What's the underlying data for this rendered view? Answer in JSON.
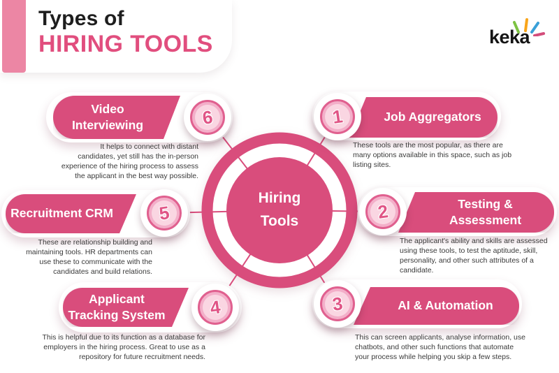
{
  "header": {
    "title_line1": "Types of",
    "title_line2": "HIRING TOOLS",
    "logo_text": "keka"
  },
  "center": {
    "label": "Hiring\nTools"
  },
  "items": [
    {
      "number": "1",
      "title": "Job Aggregators",
      "description": "These tools are the most popular, as there are\nmany options available in this space, such as job\nlisting sites."
    },
    {
      "number": "2",
      "title": "Testing &\nAssessment",
      "description": "The applicant's ability and skills are assessed\nusing these tools, to test the aptitude, skill,\npersonality, and other such attributes of a\ncandidate."
    },
    {
      "number": "3",
      "title": "AI & Automation",
      "description": "This can screen applicants, analyse information, use\nchatbots, and other such functions that automate\nyour process while helping you skip a few steps."
    },
    {
      "number": "4",
      "title": "Applicant\nTracking System",
      "description": "This is helpful due to its function as a database for\nemployers in the hiring process. Great to use as a\nrepository for future recruitment needs."
    },
    {
      "number": "5",
      "title": "Recruitment CRM",
      "description": "These are relationship building and\nmaintaining tools. HR departments can\nuse these to communicate with the\ncandidates and build relations."
    },
    {
      "number": "6",
      "title": "Video\nInterviewing",
      "description": "It helps to connect with distant\ncandidates, yet still has the in-person\nexperience of the hiring process to assess\nthe applicant in the best way possible."
    }
  ],
  "colors": {
    "accent_pink": "#d94d7c",
    "header_pink": "#e14e7e",
    "side_bar_pink": "#ec86a4",
    "badge_ring": "#e0608f",
    "badge_band": "#f3afc9",
    "badge_inner": "#fad6e2",
    "text_dark": "#3a3a3a",
    "logo_ray_green": "#7dc242",
    "logo_ray_orange": "#f9a51a",
    "logo_ray_blue": "#3aa0d8",
    "logo_ray_pink": "#d34d7b"
  }
}
